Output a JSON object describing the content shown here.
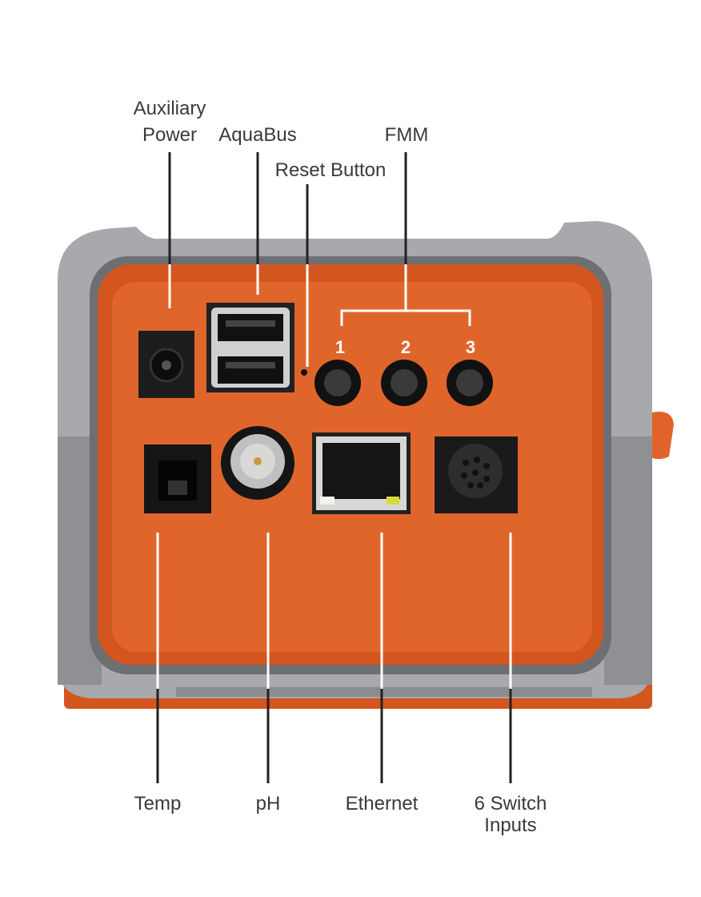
{
  "title": "Controller port diagram",
  "labels": {
    "aux_power_line1": "Auxiliary",
    "aux_power_line2": "Power",
    "aquabus": "AquaBus",
    "reset_button": "Reset Button",
    "fmm": "FMM",
    "fmm_ports": [
      "1",
      "2",
      "3"
    ],
    "temp": "Temp",
    "ph": "pH",
    "ethernet": "Ethernet",
    "switch_line1": "6 Switch",
    "switch_line2": "Inputs"
  },
  "colors": {
    "orange": "#e0642a",
    "gray": "#a3a5a8",
    "dark_gray": "#6f7073",
    "port_black": "#1c1c1c"
  }
}
